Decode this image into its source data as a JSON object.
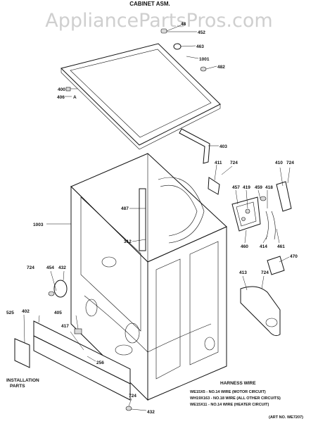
{
  "watermark": "AppliancePartsPros.com",
  "title": "CABINET ASM.",
  "callouts": {
    "p48": "48",
    "p452": "452",
    "p463": "463",
    "p1001": "1001",
    "p482": "482",
    "p400": "400",
    "p406": "406",
    "pA": "A",
    "p403": "403",
    "p411": "411",
    "p724a": "724",
    "p410": "410",
    "p724b": "724",
    "p457": "457",
    "p419": "419",
    "p459": "459",
    "p418": "418",
    "p487": "487",
    "p1003": "1003",
    "p312": "312",
    "p460": "460",
    "p414": "414",
    "p461": "461",
    "p470": "470",
    "p724c": "724",
    "p454": "454",
    "p432a": "432",
    "p413": "413",
    "p724d": "724",
    "p525": "525",
    "p402": "402",
    "p405": "405",
    "p417": "417",
    "p256": "256",
    "p724e": "724",
    "p432b": "432"
  },
  "installation_label_line1": "INSTALLATION",
  "installation_label_line2": "PARTS",
  "harness": {
    "heading": "HARNESS WIRE",
    "line1": "WE15X5 - NO.14 WIRE (MOTOR CIRCUIT)",
    "line2": "WH19X163 - NO.18 WIRE (ALL OTHER CIRCUITS)",
    "line3": "WE15X11 - NO.14 WIRE (HEATER CIRCUIT)"
  },
  "art_no": "(ART NO. WE7207)"
}
